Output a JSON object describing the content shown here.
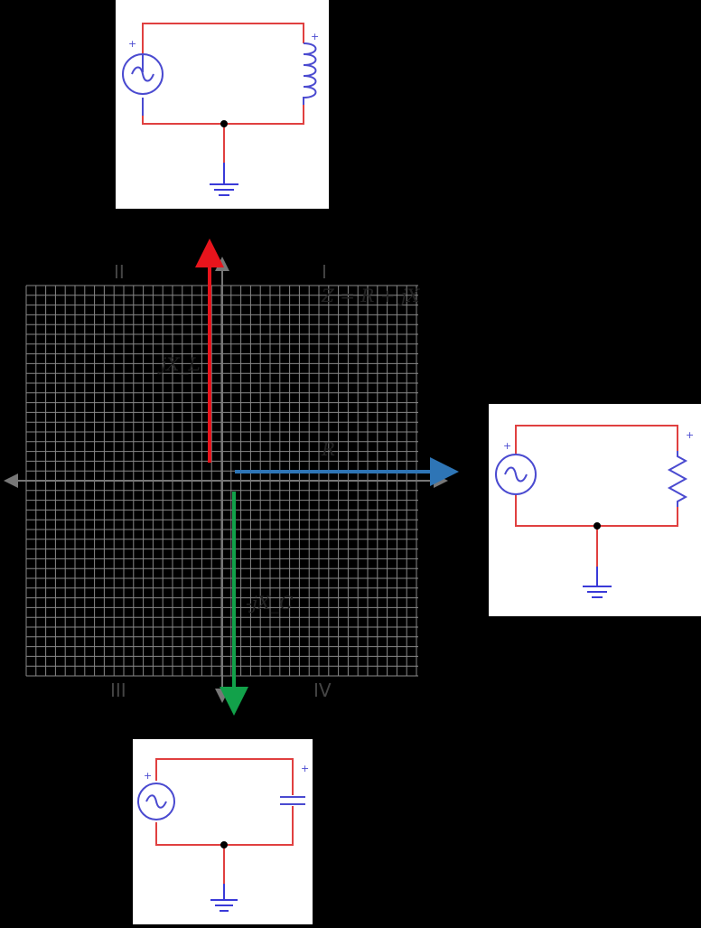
{
  "colors": {
    "background": "#000000",
    "grid": "#888888",
    "axis": "#777777",
    "inductive_reactance": "#e8141c",
    "resistance": "#2e75b6",
    "capacitive_reactance": "#12a14a",
    "wire_red": "#e04040",
    "wire_blue": "#4a4ad0",
    "ground_blue": "#3a3ad8"
  },
  "quadrants": {
    "q1": "I",
    "q2": "II",
    "q3": "III",
    "q4": "IV"
  },
  "labels": {
    "impedance": "Z = R + jX",
    "inductive_reactance": "jX_L",
    "resistance": "R",
    "capacitive_reactance": "-jX_C"
  },
  "circuits": {
    "top": {
      "component": "inductor-icon",
      "polarity": "+"
    },
    "right": {
      "component": "resistor-icon",
      "polarity": "+"
    },
    "bottom": {
      "component": "capacitor-icon",
      "polarity": "+"
    }
  }
}
